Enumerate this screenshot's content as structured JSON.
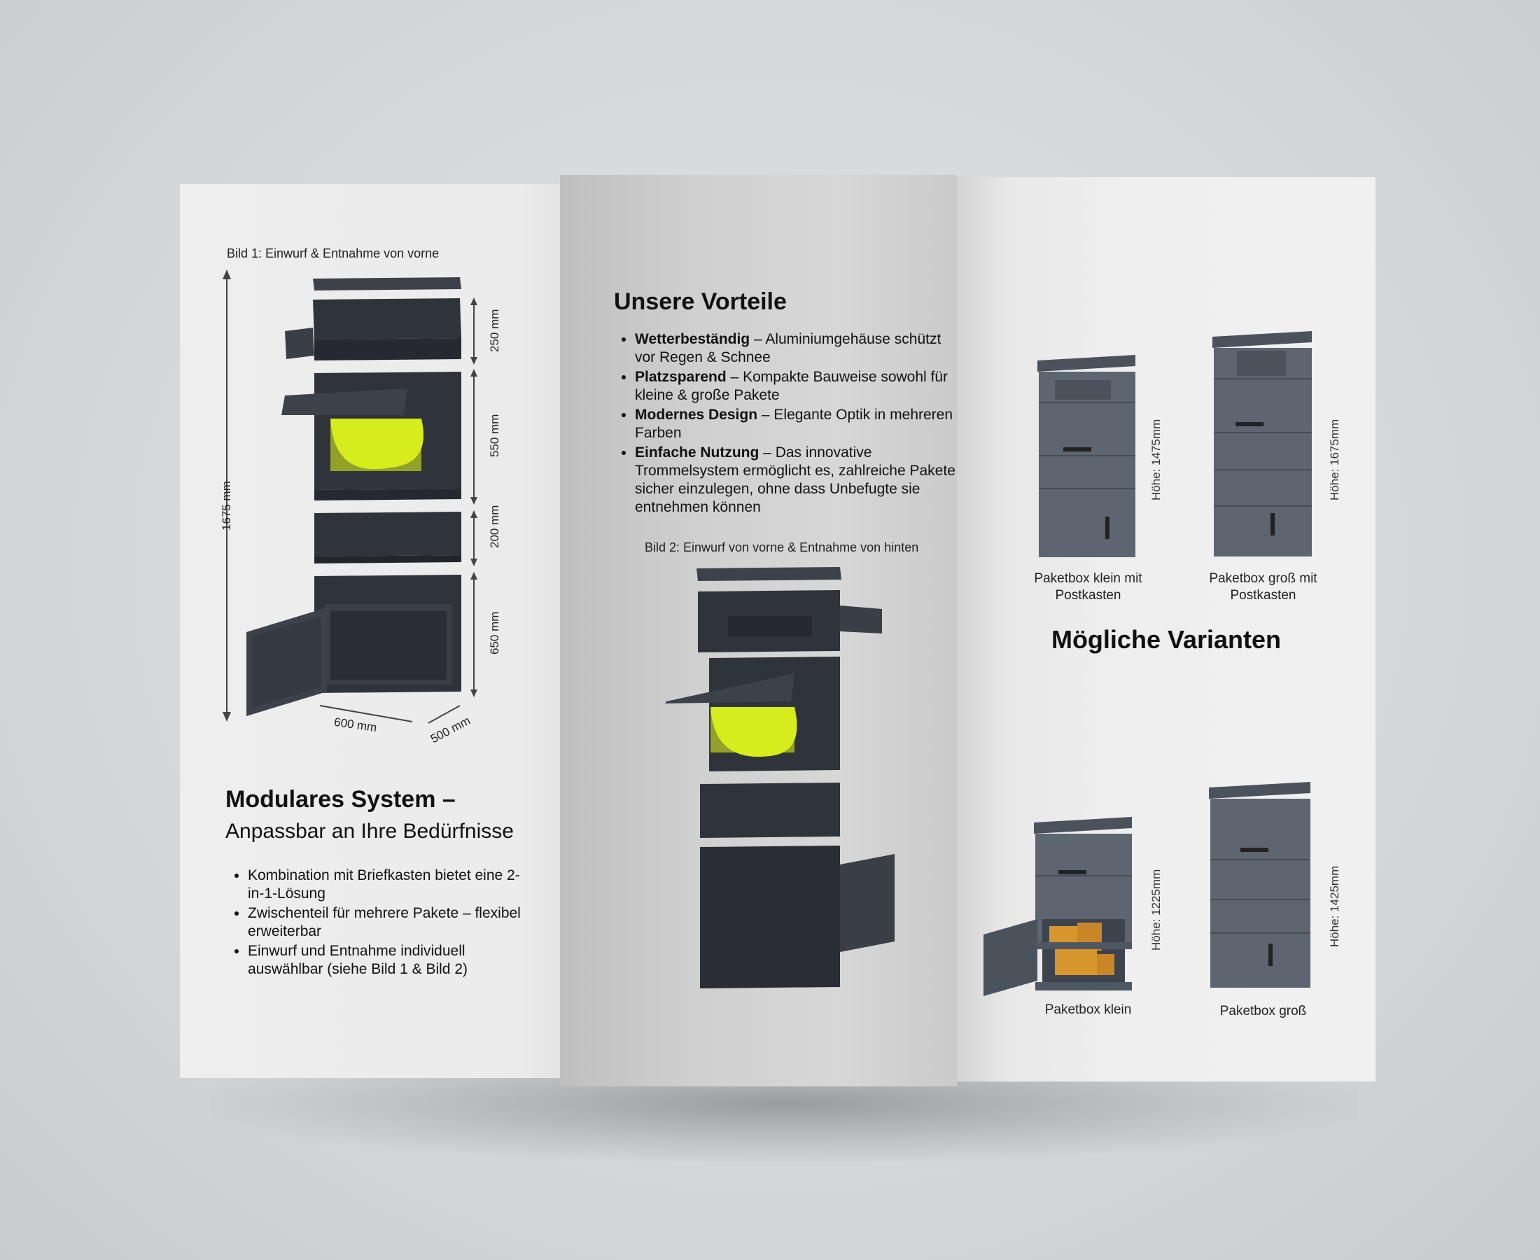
{
  "left_panel": {
    "caption": "Bild 1: Einwurf & Entnahme von vorne",
    "dimensions": {
      "total_height": "1675 mm",
      "top_module": "250 mm",
      "drum_module": "550 mm",
      "middle_module": "200 mm",
      "bottom_module": "650 mm",
      "width": "600 mm",
      "depth": "500 mm"
    },
    "heading": "Modulares System –",
    "subheading": "Anpassbar an Ihre Bedürfnisse",
    "bullets": [
      "Kombination mit Briefkasten bietet eine 2-in-1-Lösung",
      "Zwischenteil für mehrere Pakete – flexibel erweiterbar",
      "Einwurf und Entnahme individuell auswählbar (siehe Bild 1 & Bild 2)"
    ]
  },
  "middle_panel": {
    "heading": "Unsere Vorteile",
    "advantages": [
      {
        "title": "Wetterbeständig",
        "text": " – Aluminiumgehäuse schützt vor Regen & Schnee"
      },
      {
        "title": "Platzsparend",
        "text": " – Kompakte Bauweise sowohl für kleine & große Pakete"
      },
      {
        "title": "Modernes Design",
        "text": " – Elegante Optik in mehreren Farben"
      },
      {
        "title": "Einfache Nutzung",
        "text": " – Das innovative Trommelsystem ermöglicht es, zahlreiche Pakete sicher einzulegen, ohne dass Unbefugte sie entnehmen können"
      }
    ],
    "caption": "Bild 2: Einwurf von vorne & Entnahme von hinten"
  },
  "right_panel": {
    "heading": "Mögliche Varianten",
    "variants": [
      {
        "label": "Paketbox klein mit Postkasten",
        "height": "Höhe: 1475mm"
      },
      {
        "label": "Paketbox groß mit Postkasten",
        "height": "Höhe: 1675mm"
      },
      {
        "label": "Paketbox klein",
        "height": "Höhe: 1225mm"
      },
      {
        "label": "Paketbox groß",
        "height": "Höhe: 1425mm"
      }
    ]
  },
  "colors": {
    "module_dark": "#2f343b",
    "module_top": "#3d424a",
    "drum_yellow": "#d6ec1c",
    "variant_body": "#5c6570",
    "parcel_orange": "#d8962e"
  }
}
